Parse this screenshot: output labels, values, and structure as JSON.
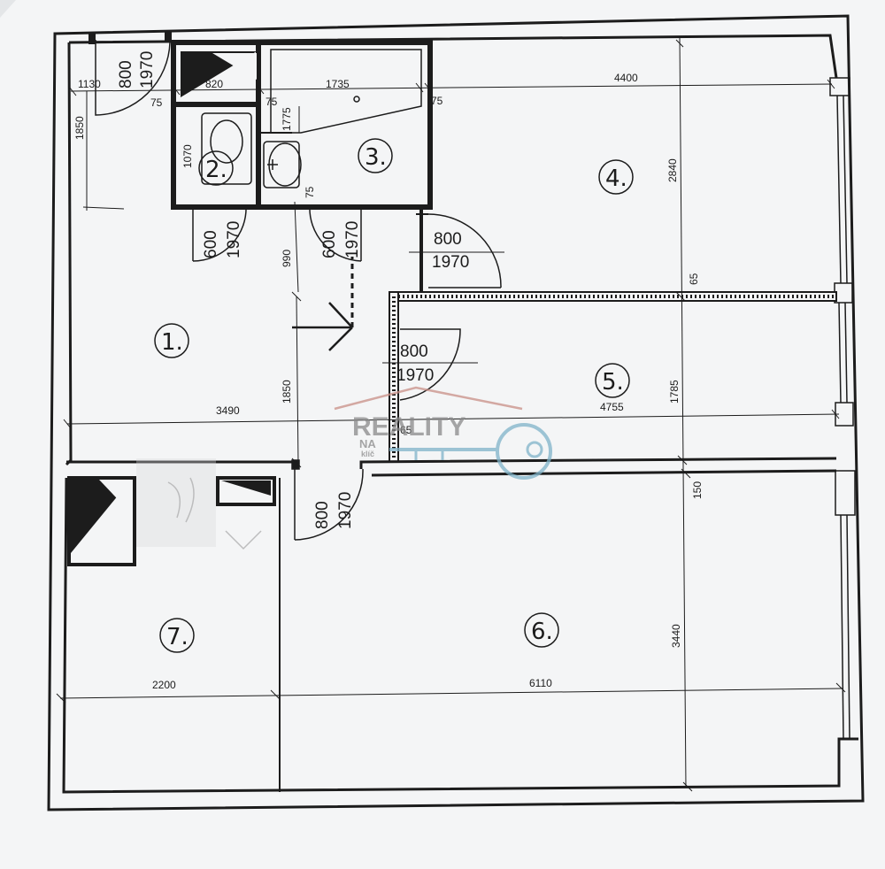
{
  "rooms": {
    "r1": "1.",
    "r2": "2.",
    "r3": "3.",
    "r4": "4.",
    "r5": "5.",
    "r6": "6.",
    "r7": "7."
  },
  "dimensions": {
    "d1130": "1130",
    "d820": "820",
    "d1735": "1735",
    "d4400": "4400",
    "d75a": "75",
    "d75b": "75",
    "d75c": "75",
    "d75d": "75",
    "d1850a": "1850",
    "d1070": "1070",
    "d1775": "1775",
    "d2840": "2840",
    "d990": "990",
    "d65a": "65",
    "d1850b": "1850",
    "d3490": "3490",
    "d4755": "4755",
    "d1785": "1785",
    "d65b": "65",
    "d150": "150",
    "d2200": "2200",
    "d6110": "6110",
    "d3440": "3440"
  },
  "doors": {
    "entry_w": "800",
    "entry_h": "1970",
    "wc_w": "600",
    "wc_h": "1970",
    "bath_w": "600",
    "bath_h": "1970",
    "r4_w": "800",
    "r4_h": "1970",
    "r5_w": "800",
    "r5_h": "1970",
    "r6_w": "800",
    "r6_h": "1970"
  },
  "watermark": {
    "line1": "REALITY",
    "line2": "NA",
    "line3": "klíč"
  },
  "colors": {
    "paper": "#f4f5f6",
    "ink": "#1c1c1c",
    "watermark_red": "#c98f86",
    "watermark_blue": "#7fb3c9"
  }
}
